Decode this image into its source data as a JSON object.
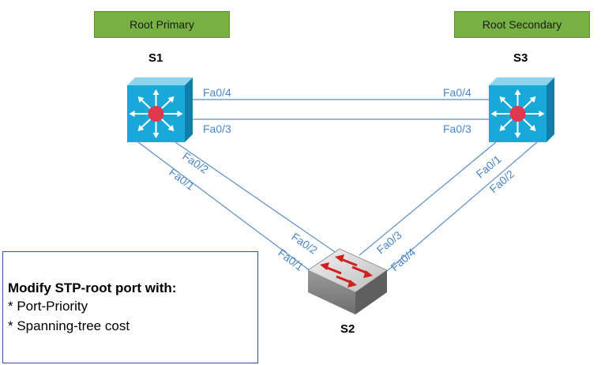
{
  "labels": {
    "root_primary": "Root Primary",
    "root_secondary": "Root Secondary",
    "s1": "S1",
    "s2": "S2",
    "s3": "S3"
  },
  "ports": {
    "s1_fa04": "Fa0/4",
    "s1_fa03": "Fa0/3",
    "s1_fa02": "Fa0/2",
    "s1_fa01": "Fa0/1",
    "s3_fa04": "Fa0/4",
    "s3_fa03": "Fa0/3",
    "s3_fa01": "Fa0/1",
    "s3_fa02": "Fa0/2",
    "s2_fa02": "Fa0/2",
    "s2_fa01": "Fa0/1",
    "s2_fa03": "Fa0/3",
    "s2_fa04": "Fa0/4"
  },
  "note": {
    "title": "Modify STP-root port with:",
    "line1": "* Port-Priority",
    "line2": "* Spanning-tree cost"
  },
  "colors": {
    "link": "#5b8ec9",
    "port_text": "#4a86c5",
    "badge": "#77b143",
    "switch_blue": "#19a9d8",
    "switch_center": "#e0384c"
  }
}
